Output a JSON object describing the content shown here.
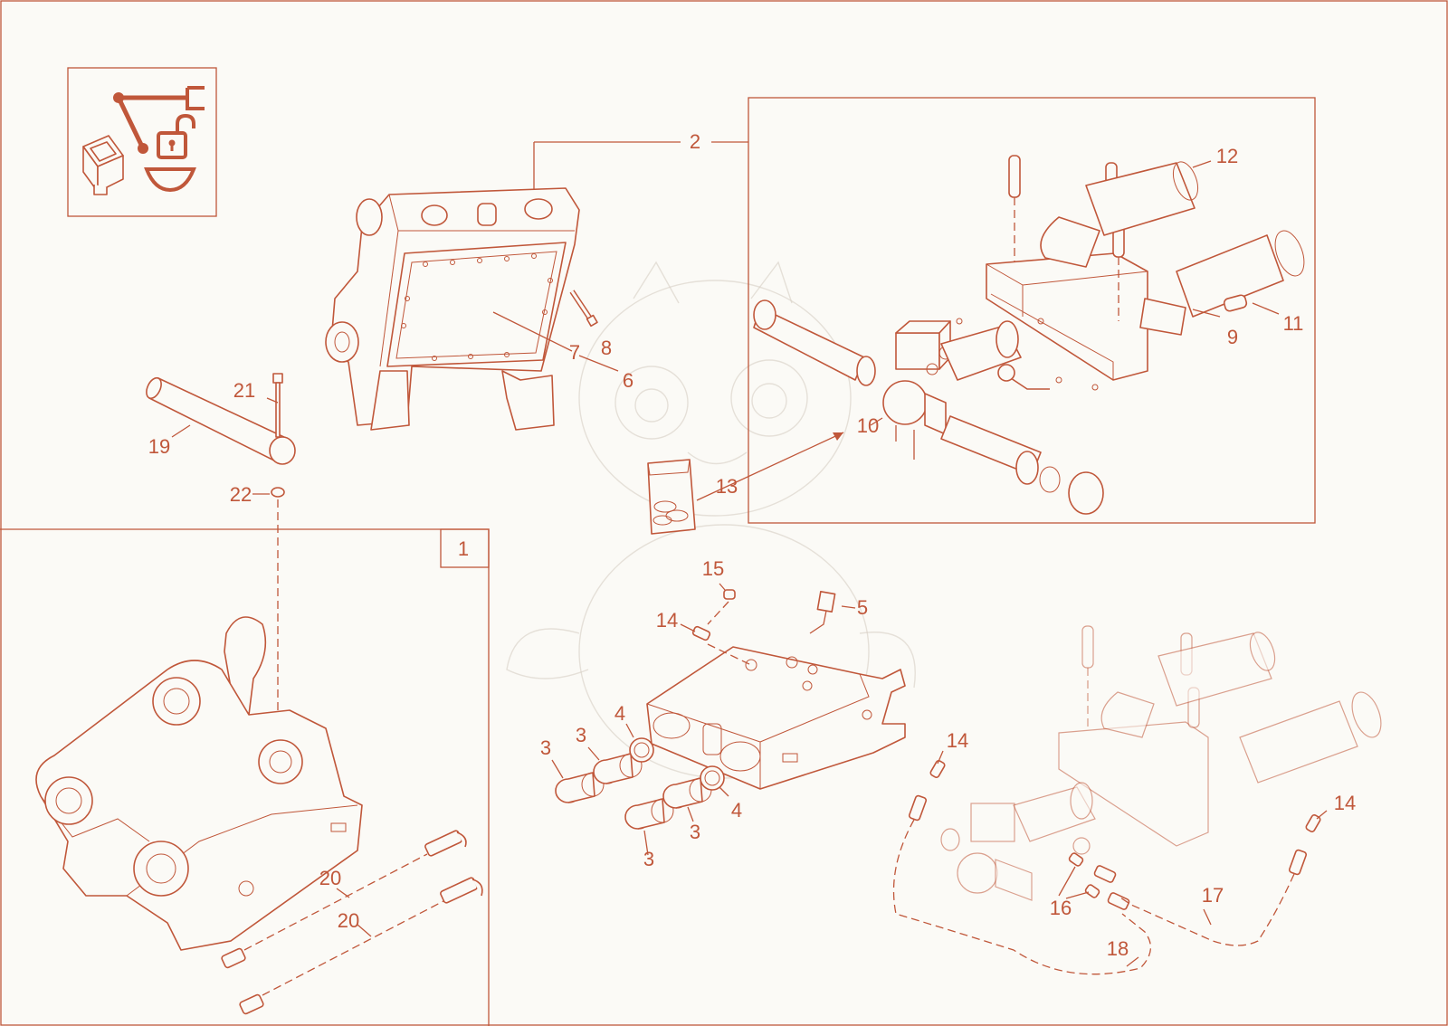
{
  "diagram": {
    "colors": {
      "line": "#c0573a",
      "background": "#fbfaf6",
      "watermark": "#d7cfc4"
    },
    "icon_panel": {
      "icons": [
        "rocker-switch-icon",
        "lever-linkage-icon",
        "unlocked-padlock-icon"
      ]
    },
    "group_labels": {
      "assembly_1": "1",
      "assembly_2": "2"
    },
    "callouts": {
      "c2": "2",
      "c3a": "3",
      "c3b": "3",
      "c3c": "3",
      "c3d": "3",
      "c4a": "4",
      "c4b": "4",
      "c5": "5",
      "c6": "6",
      "c7": "7",
      "c8": "8",
      "c9": "9",
      "c10": "10",
      "c11": "11",
      "c12": "12",
      "c13": "13",
      "c14a": "14",
      "c14b": "14",
      "c14c": "14",
      "c15": "15",
      "c16": "16",
      "c17": "17",
      "c18": "18",
      "c19": "19",
      "c20a": "20",
      "c20b": "20",
      "c21": "21",
      "c22": "22"
    }
  }
}
